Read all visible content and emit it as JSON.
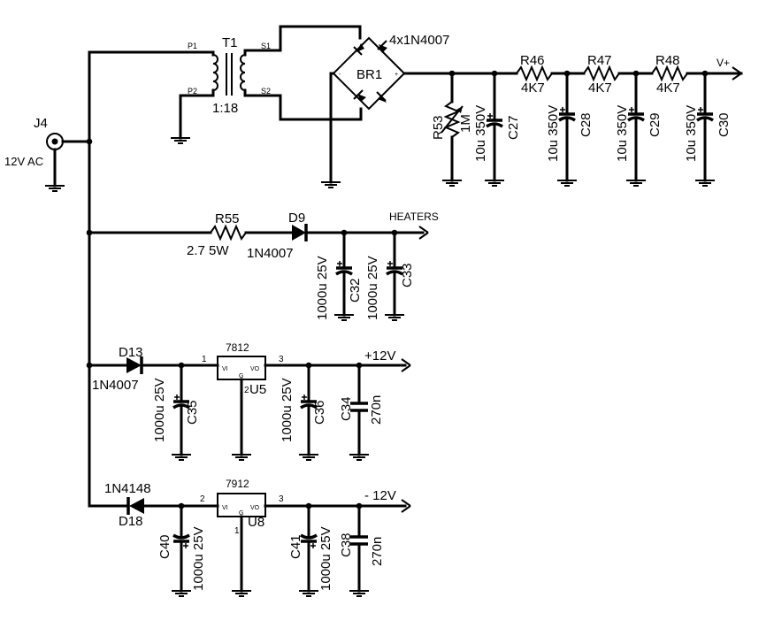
{
  "input": {
    "connector": "J4",
    "label": "12V AC"
  },
  "transformer": {
    "ref": "T1",
    "ratio": "1:18",
    "p1": "P1",
    "p2": "P2",
    "s1": "S1",
    "s2": "S2"
  },
  "bridge": {
    "ref": "BR1",
    "part": "4x1N4007",
    "plus": "+",
    "minus": "-"
  },
  "hv_filter": {
    "r53": {
      "ref": "R53",
      "value": "1M"
    },
    "c27": {
      "ref": "C27",
      "value": "10u 350V"
    },
    "r46": {
      "ref": "R46",
      "value": "4K7"
    },
    "c28": {
      "ref": "C28",
      "value": "10u 350V"
    },
    "r47": {
      "ref": "R47",
      "value": "4K7"
    },
    "c29": {
      "ref": "C29",
      "value": "10u 350V"
    },
    "r48": {
      "ref": "R48",
      "value": "4K7"
    },
    "c30": {
      "ref": "C30",
      "value": "10u 350V"
    },
    "out": "V+"
  },
  "heater": {
    "r55": {
      "ref": "R55",
      "value": "2.7  5W"
    },
    "d9": {
      "ref": "D9",
      "value": "1N4007"
    },
    "c32": {
      "ref": "C32",
      "value": "1000u 25V"
    },
    "c33": {
      "ref": "C33",
      "value": "1000u 25V"
    },
    "out": "HEATERS"
  },
  "pos_reg": {
    "d13": {
      "ref": "D13",
      "value": "1N4007"
    },
    "c35": {
      "ref": "C35",
      "value": "1000u 25V"
    },
    "reg": {
      "ref": "U5",
      "part": "7812",
      "vi": "VI",
      "g": "G",
      "vo": "VO",
      "pin_in": "1",
      "pin_g": "2",
      "pin_out": "3"
    },
    "c36": {
      "ref": "C36",
      "value": "1000u 25V"
    },
    "c34": {
      "ref": "C34",
      "value": "270n"
    },
    "out": "+12V"
  },
  "neg_reg": {
    "d18": {
      "ref": "D18",
      "value": "1N4148"
    },
    "c40": {
      "ref": "C40",
      "value": "1000u 25V"
    },
    "reg": {
      "ref": "U8",
      "part": "7912",
      "vi": "VI",
      "g": "G",
      "vo": "VO",
      "pin_in": "2",
      "pin_g": "1",
      "pin_out": "3"
    },
    "c41": {
      "ref": "C41",
      "value": "1000u 25V"
    },
    "c38": {
      "ref": "C38",
      "value": "270n"
    },
    "out": "- 12V"
  }
}
